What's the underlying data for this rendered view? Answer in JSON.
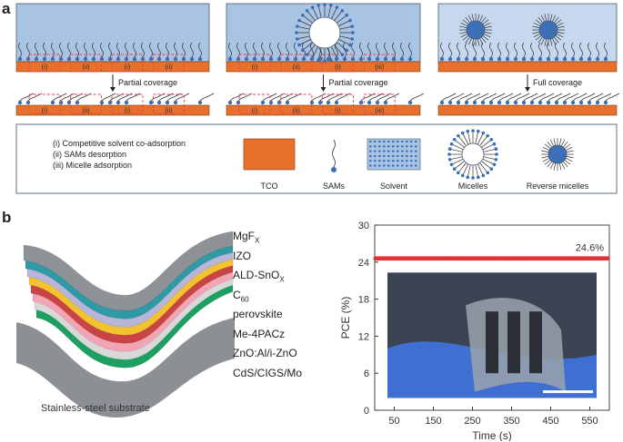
{
  "panel_a": {
    "letter": "a",
    "schematics": [
      {
        "roman": [
          "(i)",
          "(ii)",
          "(i)",
          "(ii)"
        ],
        "caption": "Partial coverage"
      },
      {
        "roman": [
          "(i)",
          "(ii)",
          "(i)",
          "(iii)"
        ],
        "caption": "Partial coverage"
      },
      {
        "roman": [],
        "caption": "Full coverage"
      }
    ],
    "legend": {
      "mechanisms": [
        "(i)   Competitive solvent co-adsorption",
        "(ii)  SAMs desorption",
        "(iii) Micelle adsorption"
      ],
      "symbols": [
        "TCO",
        "SAMs",
        "Solvent",
        "Micelles",
        "Reverse micelles"
      ]
    },
    "colors": {
      "tco": "#e8702a",
      "solvent": "#a9c3e3",
      "sam": "#3b6fb6",
      "line": "#4a5d76",
      "dash": "#e2454f"
    }
  },
  "panel_b": {
    "letter": "b",
    "layers": [
      {
        "name": "MgF",
        "sub": "X",
        "color": "#8e9296"
      },
      {
        "name": "IZO",
        "sub": "",
        "color": "#2f9aa6"
      },
      {
        "name": "ALD-SnO",
        "sub": "X",
        "color": "#b8b6d8"
      },
      {
        "name": "C",
        "sub": "60",
        "color": "#f2c230"
      },
      {
        "name": "perovskite",
        "sub": "",
        "color": "#c94545"
      },
      {
        "name": "Me-4PACz",
        "sub": "",
        "color": "#f0a4b4"
      },
      {
        "name": "ZnO:Al/i-ZnO",
        "sub": "",
        "color": "#d8d8d8"
      },
      {
        "name": "CdS/CIGS/Mo",
        "sub": "",
        "color": "#1e9f62"
      }
    ],
    "substrate_label": "Stainless-steel substrate",
    "substrate_color": "#8c8f93"
  },
  "chart_data": {
    "type": "scatter",
    "title": "",
    "xlabel": "Time (s)",
    "ylabel": "PCE (%)",
    "xlim": [
      0,
      600
    ],
    "ylim": [
      0,
      30
    ],
    "xticks": [
      50,
      150,
      250,
      350,
      450,
      550
    ],
    "yticks": [
      0,
      6,
      12,
      18,
      24,
      30
    ],
    "annotation": "24.6%",
    "series": [
      {
        "x_start": 0,
        "x_end": 600,
        "value": 24.6,
        "color": "#e0303a"
      }
    ],
    "grid": false
  }
}
